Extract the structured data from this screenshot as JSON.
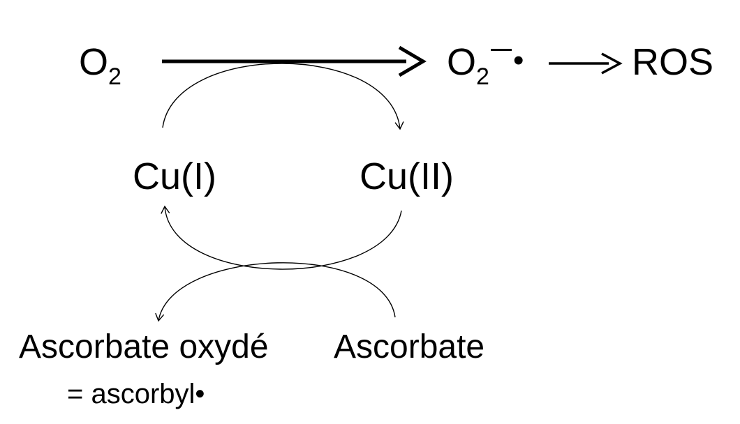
{
  "reaction": {
    "reactant": {
      "symbol": "O",
      "subscript": "2"
    },
    "product": {
      "symbol": "O",
      "subscript": "2",
      "charge_mark": "—",
      "radical_mark": "•"
    },
    "final": "ROS"
  },
  "copper": {
    "reduced": "Cu(I)",
    "oxidized": "Cu(II)"
  },
  "ascorbate": {
    "oxidized": "Ascorbate oxydé",
    "oxidized_note": "= ascorbyl•",
    "reduced": "Ascorbate"
  },
  "colors": {
    "ink": "#000000",
    "background": "#ffffff"
  }
}
